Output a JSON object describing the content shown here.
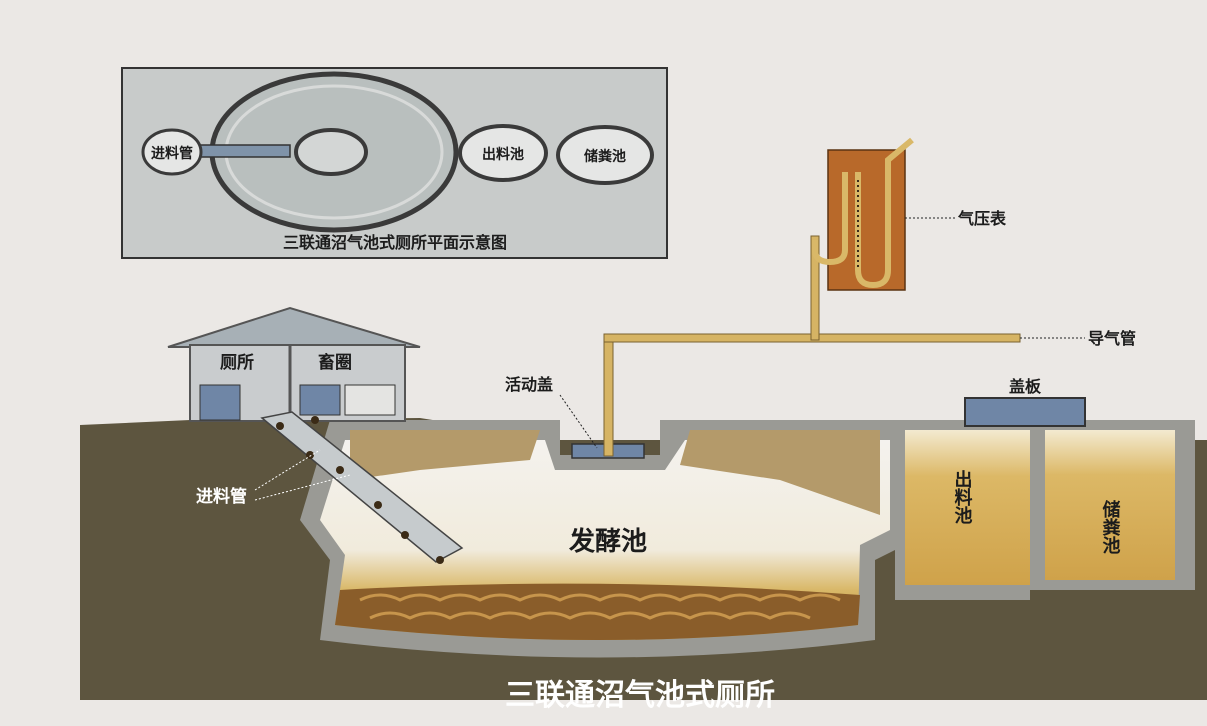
{
  "inset": {
    "caption": "三联通沼气池式厕所平面示意图",
    "inlet_label": "进料管",
    "outlet_label": "出料池",
    "storage_label": "储粪池"
  },
  "labels": {
    "pressure_gauge": "气压表",
    "gas_pipe": "导气管",
    "movable_cover": "活动盖",
    "cover_plate": "盖板",
    "toilet": "厕所",
    "livestock_pen": "畜圈",
    "inlet_pipe": "进料管",
    "fermentation_tank": "发酵池",
    "outlet_tank": "出料池",
    "storage_tank": "储粪池"
  },
  "title": "三联通沼气池式厕所",
  "colors": {
    "paper": "#ebe8e5",
    "ground": "#5d553f",
    "slurry": "#d8b25c",
    "pipe": "#d6b464",
    "gauge": "#b8692a",
    "cover": "#6f86a6"
  }
}
